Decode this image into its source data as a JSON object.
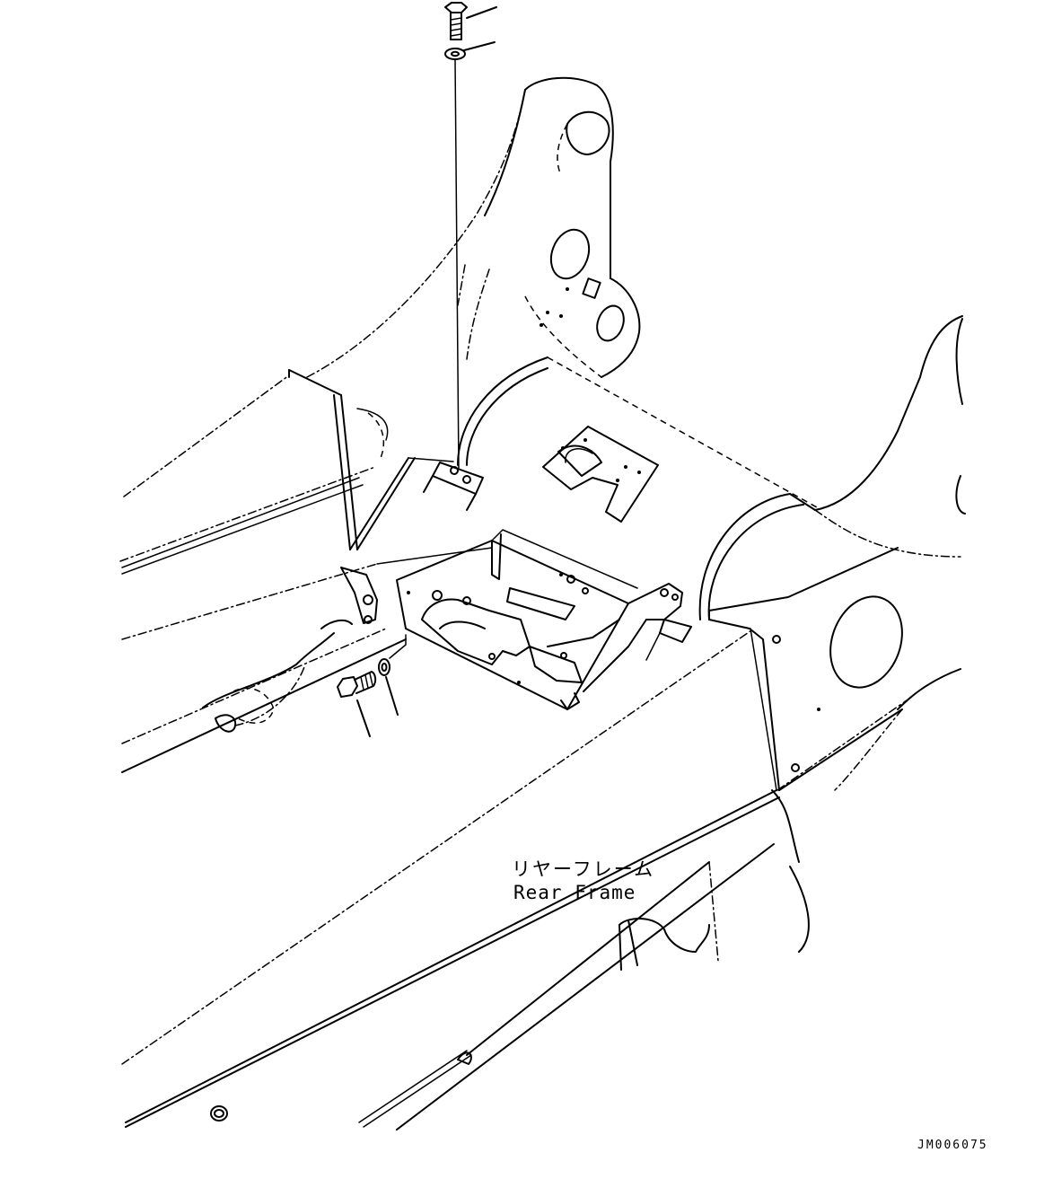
{
  "part_label": {
    "japanese": "リヤーフレーム",
    "english": "Rear Frame"
  },
  "drawing_number": "JM006075",
  "icons": [
    "bolt-icon",
    "washer-icon"
  ]
}
